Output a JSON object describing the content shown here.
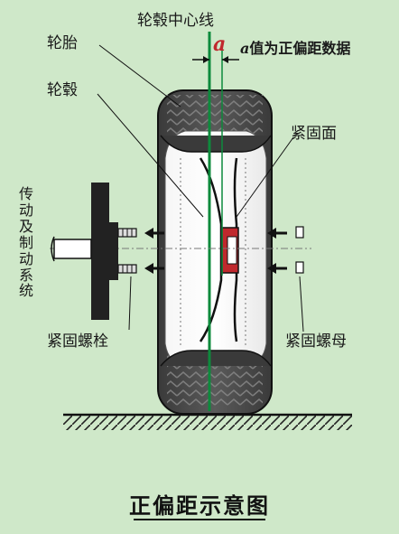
{
  "diagram": {
    "labels": {
      "hub_centerline": "轮毂中心线",
      "tire": "轮胎",
      "hub": "轮毂",
      "offset_symbol": "a",
      "offset_note": "值为正偏距数据",
      "clamping_surface": "紧固面",
      "drive_brake_system": "传动及制动系统",
      "wheel_bolt": "紧固螺栓",
      "wheel_nut": "紧固螺母"
    },
    "title": "正偏距示意图",
    "colors": {
      "background": "#cfe8c9",
      "tire_dark": "#2e2e2e",
      "centerline_green": "#0d8a3c",
      "offset_red": "#c0282d",
      "arrow": "#111111"
    }
  }
}
